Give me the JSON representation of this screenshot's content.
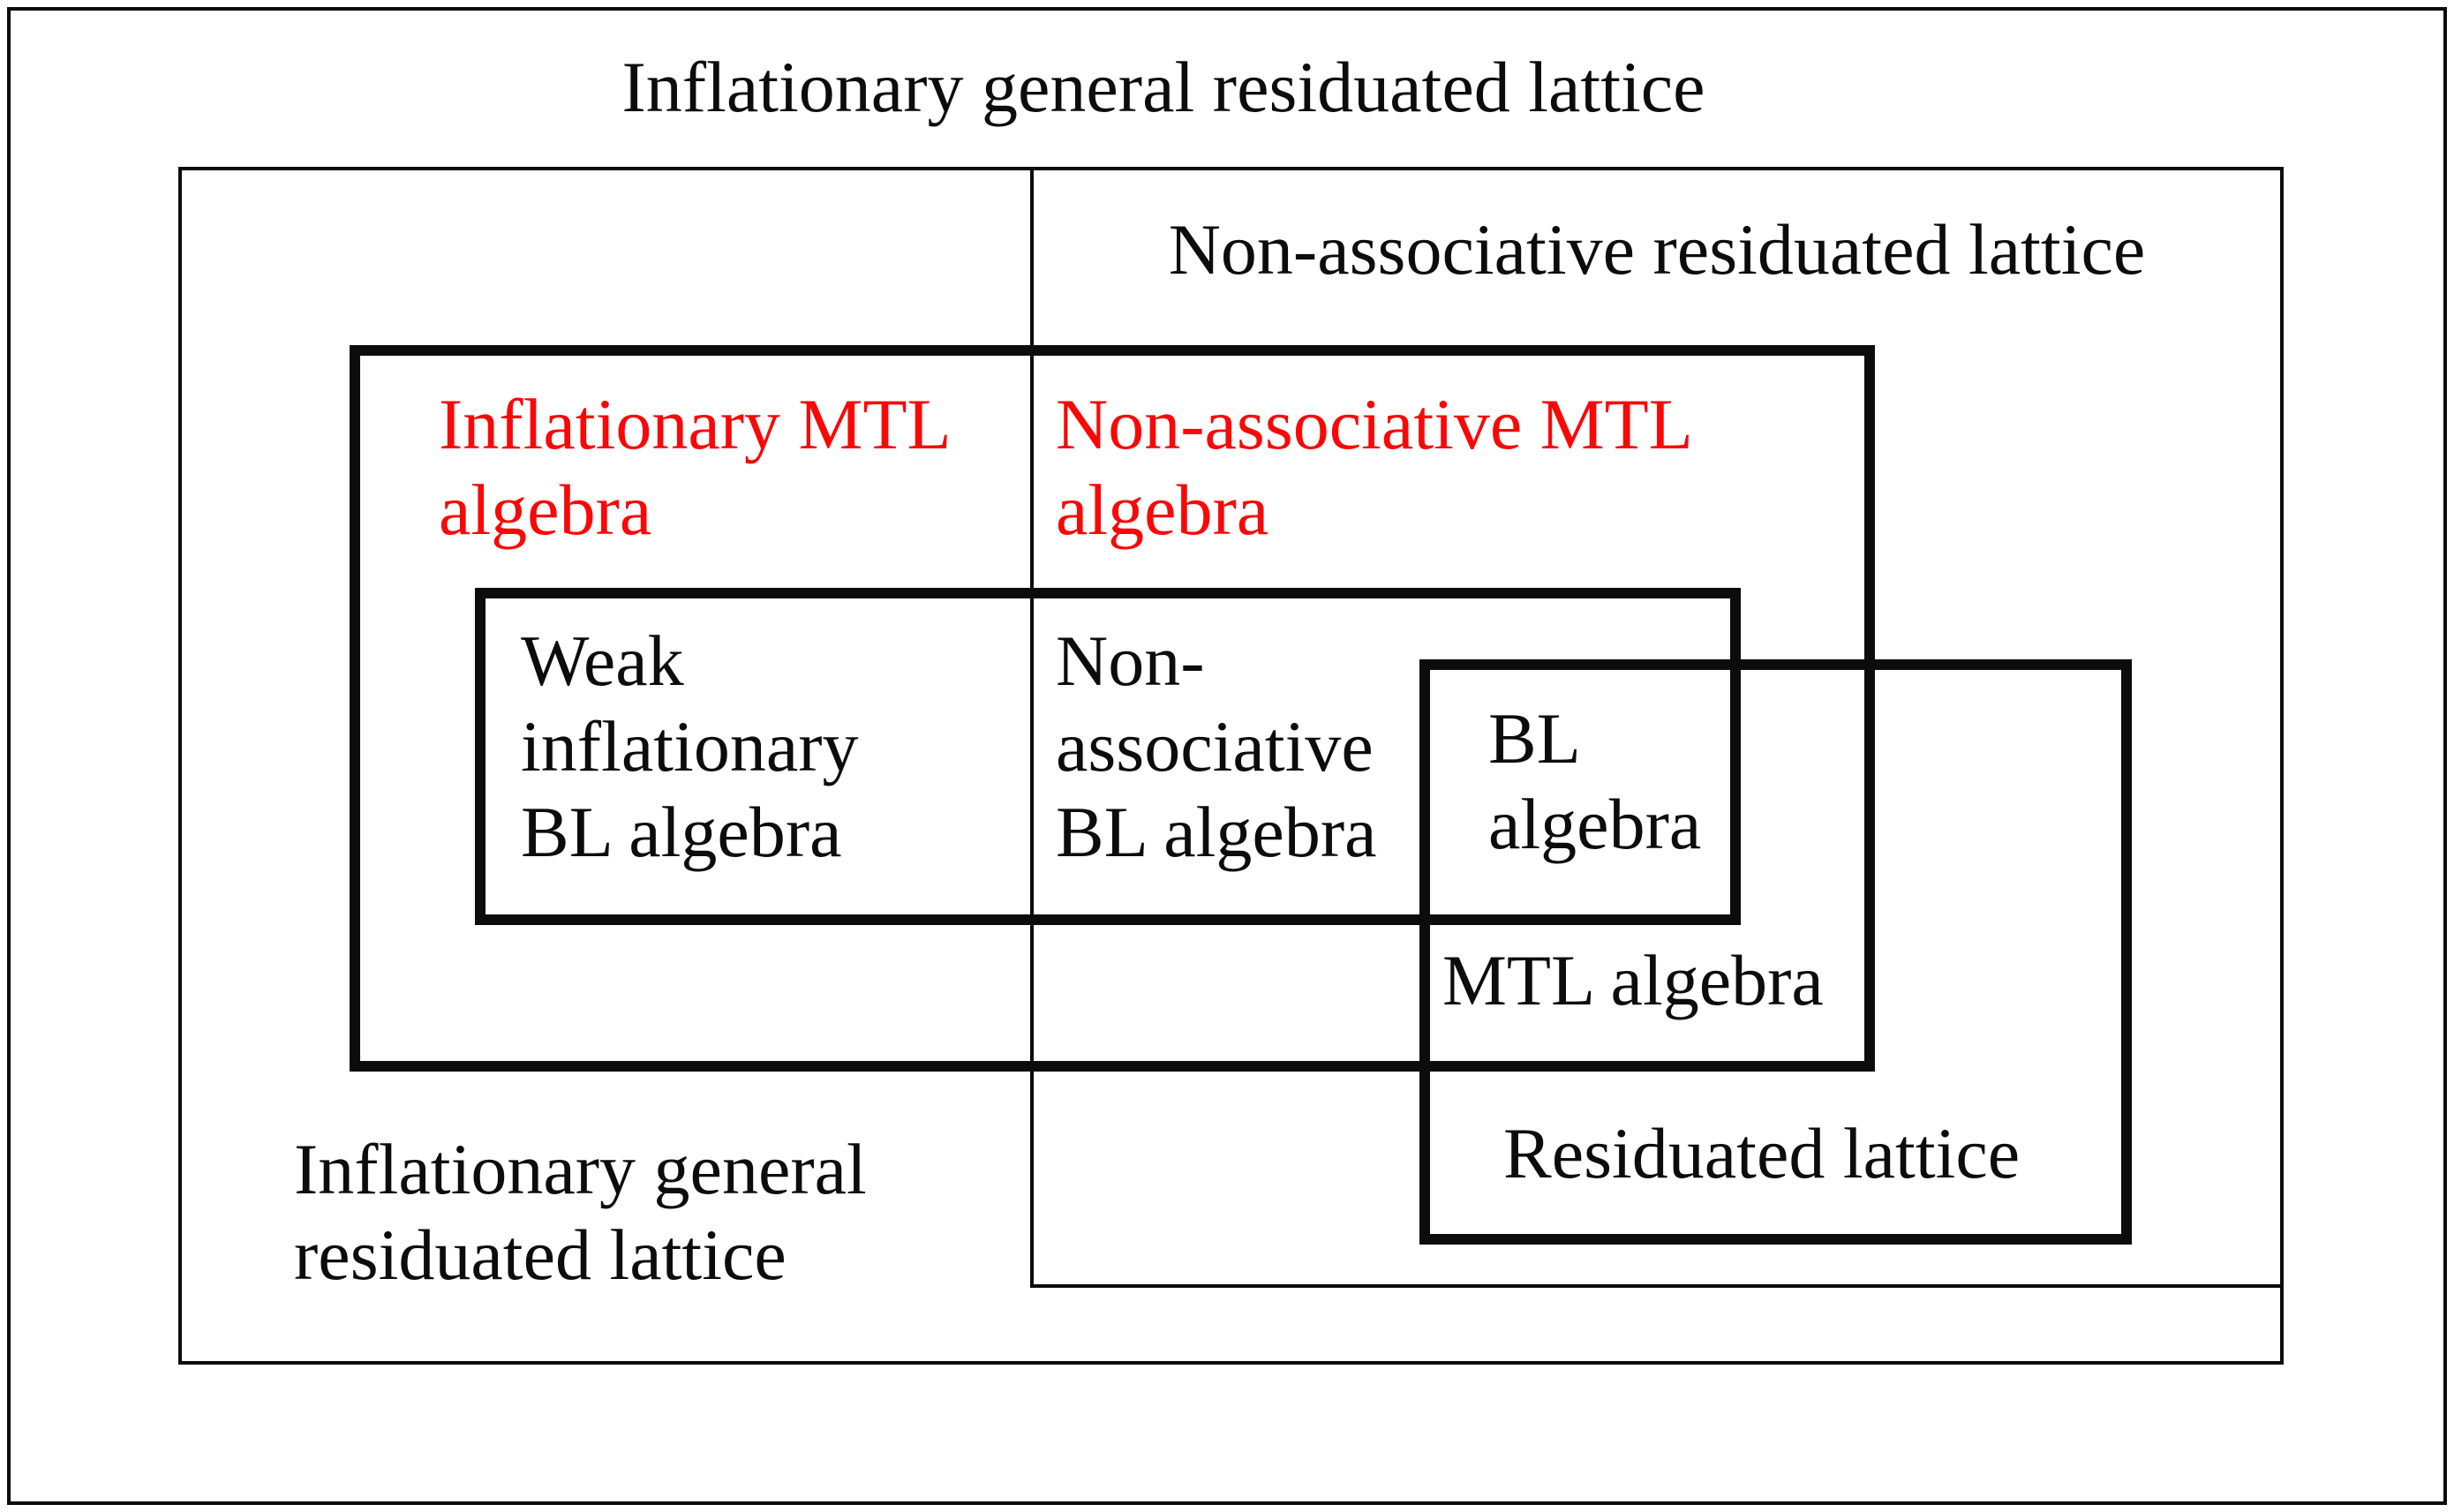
{
  "colors": {
    "background": "#ffffff",
    "line": "#0c0c0c",
    "text": "#0c0c0c",
    "accent_red": "#f90808"
  },
  "labels": {
    "title": "Inflationary general residuated lattice",
    "non_associative_residuated_lattice": "Non-associative residuated lattice",
    "inflationary_mtl_algebra": "Inflationary MTL\nalgebra",
    "non_associative_mtl_algebra": "Non-associative MTL\nalgebra",
    "weak_inflationary_bl_algebra": "Weak\ninflationary\nBL algebra",
    "non_associative_bl_algebra": "Non-\nassociative\nBL algebra",
    "bl_algebra": "BL\nalgebra",
    "mtl_algebra": "MTL algebra",
    "residuated_lattice": "Residuated lattice",
    "inflationary_general_residuated_lattice": "Inflationary general\nresiduated lattice"
  }
}
